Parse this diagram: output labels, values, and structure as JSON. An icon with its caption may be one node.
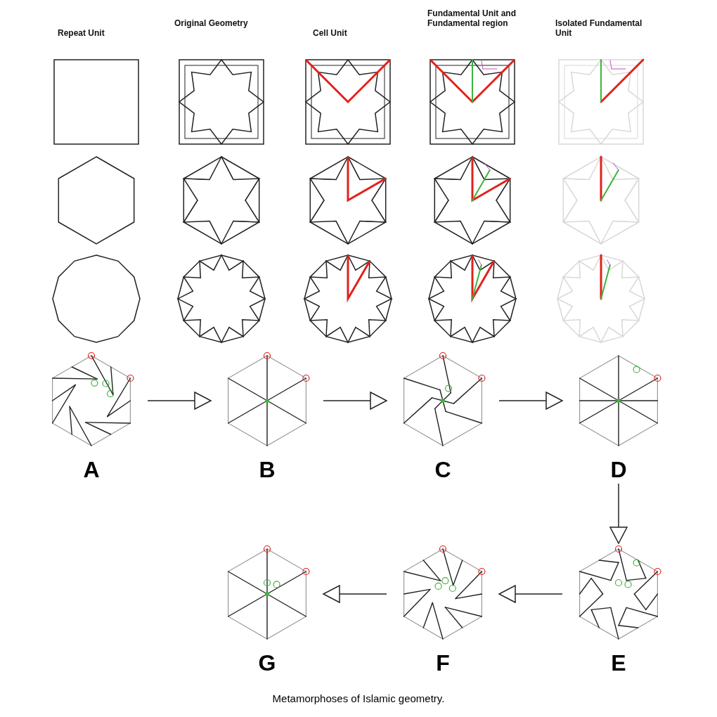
{
  "diagram": {
    "caption": "Metamorphoses of Islamic geometry.",
    "nodes": [
      {
        "text": [
          "A"
        ]
      },
      {
        "text": [
          "B"
        ]
      },
      {
        "text": [
          "C"
        ]
      },
      {
        "text": [
          "D"
        ]
      },
      {
        "text": [
          "E"
        ]
      },
      {
        "text": [
          "F"
        ]
      },
      {
        "text": [
          "G"
        ]
      }
    ],
    "edges": [
      {
        "from": 0,
        "to": 1,
        "arrow": "to"
      },
      {
        "from": 1,
        "to": 2,
        "arrow": "to"
      },
      {
        "from": 2,
        "to": 3,
        "arrow": "to"
      },
      {
        "from": 3,
        "to": 4,
        "arrow": "to"
      },
      {
        "from": 4,
        "to": 5,
        "arrow": "to"
      },
      {
        "from": 5,
        "to": 6,
        "arrow": "to"
      }
    ],
    "labels": [
      "Repeat Unit",
      "Original Geometry",
      "Cell Unit",
      "Fundamental Unit and Fundamental region",
      "Isolated Fundamental Unit"
    ]
  }
}
